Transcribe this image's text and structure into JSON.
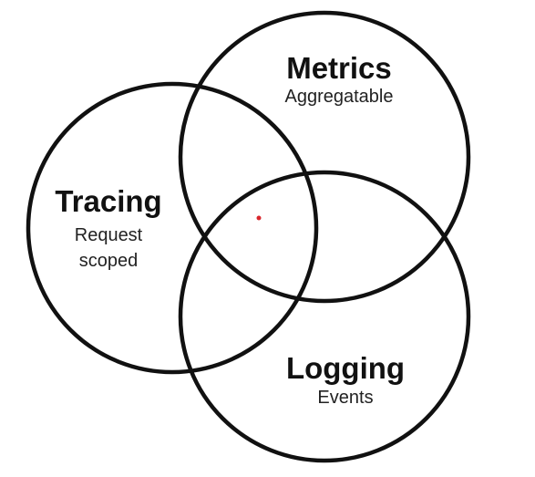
{
  "diagram": {
    "sets": [
      {
        "id": "metrics",
        "title": "Metrics",
        "subtitle_lines": [
          "Aggregatable"
        ]
      },
      {
        "id": "tracing",
        "title": "Tracing",
        "subtitle_lines": [
          "Request",
          "scoped"
        ]
      },
      {
        "id": "logging",
        "title": "Logging",
        "subtitle_lines": [
          "Events"
        ]
      }
    ],
    "colors": {
      "outline": "#111111",
      "text": "#111111",
      "center_dot": "#d9262c",
      "background": "#ffffff"
    }
  }
}
